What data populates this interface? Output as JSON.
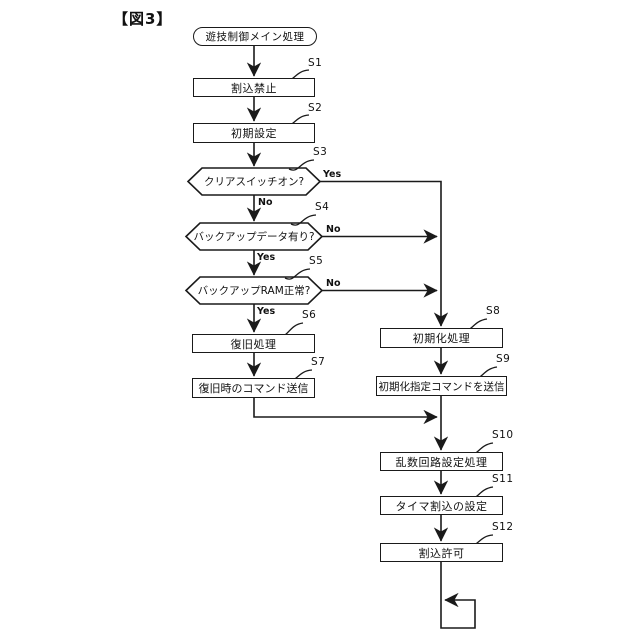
{
  "figure": {
    "label": "【図3】"
  },
  "colors": {
    "ink": "#1a1a1a",
    "background": "#ffffff"
  },
  "flowchart": {
    "start": {
      "text": "遊技制御メイン処理"
    },
    "steps": {
      "s1": {
        "id": "S1",
        "label": "割込禁止",
        "type": "process"
      },
      "s2": {
        "id": "S2",
        "label": "初期設定",
        "type": "process"
      },
      "s3": {
        "id": "S3",
        "label": "クリアスイッチオン?",
        "type": "decision",
        "yes": "Yes",
        "no": "No"
      },
      "s4": {
        "id": "S4",
        "label": "バックアップデータ有り?",
        "type": "decision",
        "yes": "Yes",
        "no": "No"
      },
      "s5": {
        "id": "S5",
        "label": "バックアップRAM正常?",
        "type": "decision",
        "yes": "Yes",
        "no": "No"
      },
      "s6": {
        "id": "S6",
        "label": "復旧処理",
        "type": "process"
      },
      "s7": {
        "id": "S7",
        "label": "復旧時のコマンド送信",
        "type": "process"
      },
      "s8": {
        "id": "S8",
        "label": "初期化処理",
        "type": "process"
      },
      "s9": {
        "id": "S9",
        "label": "初期化指定コマンドを送信",
        "type": "process"
      },
      "s10": {
        "id": "S10",
        "label": "乱数回路設定処理",
        "type": "process"
      },
      "s11": {
        "id": "S11",
        "label": "タイマ割込の設定",
        "type": "process"
      },
      "s12": {
        "id": "S12",
        "label": "割込許可",
        "type": "process"
      }
    },
    "edges": [
      {
        "from": "start",
        "to": "S1"
      },
      {
        "from": "S1",
        "to": "S2"
      },
      {
        "from": "S2",
        "to": "S3"
      },
      {
        "from": "S3",
        "to": "S4",
        "label": "No"
      },
      {
        "from": "S3",
        "to": "S8",
        "label": "Yes"
      },
      {
        "from": "S4",
        "to": "S5",
        "label": "Yes"
      },
      {
        "from": "S4",
        "to": "S8",
        "label": "No"
      },
      {
        "from": "S5",
        "to": "S6",
        "label": "Yes"
      },
      {
        "from": "S5",
        "to": "S8",
        "label": "No"
      },
      {
        "from": "S6",
        "to": "S7"
      },
      {
        "from": "S7",
        "to": "S10"
      },
      {
        "from": "S8",
        "to": "S9"
      },
      {
        "from": "S9",
        "to": "S10"
      },
      {
        "from": "S10",
        "to": "S11"
      },
      {
        "from": "S11",
        "to": "S12"
      },
      {
        "from": "S12",
        "to": "loop-back"
      }
    ]
  }
}
